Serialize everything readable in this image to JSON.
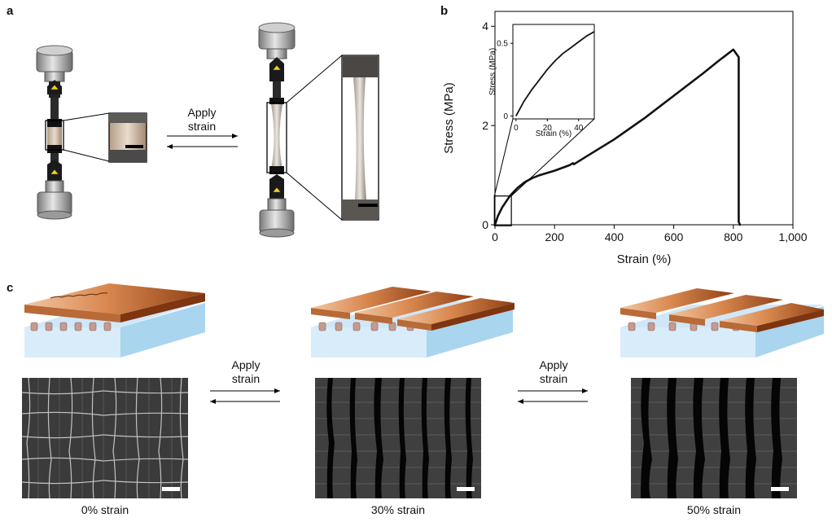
{
  "panels": {
    "a": "a",
    "b": "b",
    "c": "c"
  },
  "panel_a": {
    "arrow_label_line1": "Apply",
    "arrow_label_line2": "strain"
  },
  "panel_c": {
    "arrow1_line1": "Apply",
    "arrow1_line2": "strain",
    "arrow2_line1": "Apply",
    "arrow2_line2": "strain",
    "captions": [
      "0% strain",
      "30% strain",
      "50% strain"
    ]
  },
  "colors": {
    "curve": "#111111",
    "copper_light": "#e8b48f",
    "copper_dark": "#9c4d1e",
    "substrate_blue": "#bfe0f5",
    "sem_background": "#3a3a3a"
  },
  "chart_data": [
    {
      "type": "line",
      "xlabel": "Strain (%)",
      "ylabel": "Stress (MPa)",
      "xlim": [
        0,
        1000
      ],
      "ylim": [
        0,
        4.3
      ],
      "xticks": [
        0,
        200,
        400,
        600,
        800,
        1000
      ],
      "xtick_labels": [
        "0",
        "200",
        "400",
        "600",
        "800",
        "1,000"
      ],
      "yticks": [
        0,
        2,
        4
      ],
      "ytick_labels": [
        "0",
        "2",
        "4"
      ],
      "grid": false,
      "series": [
        {
          "x": [
            0,
            10,
            25,
            50,
            75,
            100,
            125,
            150,
            200,
            250,
            262,
            265,
            300,
            400,
            500,
            600,
            700,
            750,
            800,
            818,
            818,
            820,
            822,
            825
          ],
          "y": [
            0,
            0.18,
            0.36,
            0.58,
            0.74,
            0.86,
            0.94,
            1.0,
            1.09,
            1.2,
            1.24,
            1.22,
            1.35,
            1.72,
            2.14,
            2.6,
            3.06,
            3.3,
            3.53,
            3.38,
            0.06,
            0.03,
            0.0,
            0.0
          ]
        }
      ]
    },
    {
      "type": "line",
      "xlabel": "Strain (%)",
      "ylabel": "Stress (MPa)",
      "xlim": [
        -2,
        50
      ],
      "ylim": [
        -0.02,
        0.63
      ],
      "xticks": [
        0,
        20,
        40
      ],
      "xtick_labels": [
        "0",
        "20",
        "40"
      ],
      "yticks": [
        0,
        0.5
      ],
      "ytick_labels": [
        "0",
        "0.5"
      ],
      "grid": false,
      "series": [
        {
          "x": [
            0,
            2,
            5,
            10,
            15,
            20,
            25,
            30,
            35,
            40,
            45,
            50
          ],
          "y": [
            0,
            0.04,
            0.1,
            0.18,
            0.25,
            0.32,
            0.38,
            0.43,
            0.47,
            0.51,
            0.55,
            0.58
          ]
        }
      ]
    }
  ]
}
